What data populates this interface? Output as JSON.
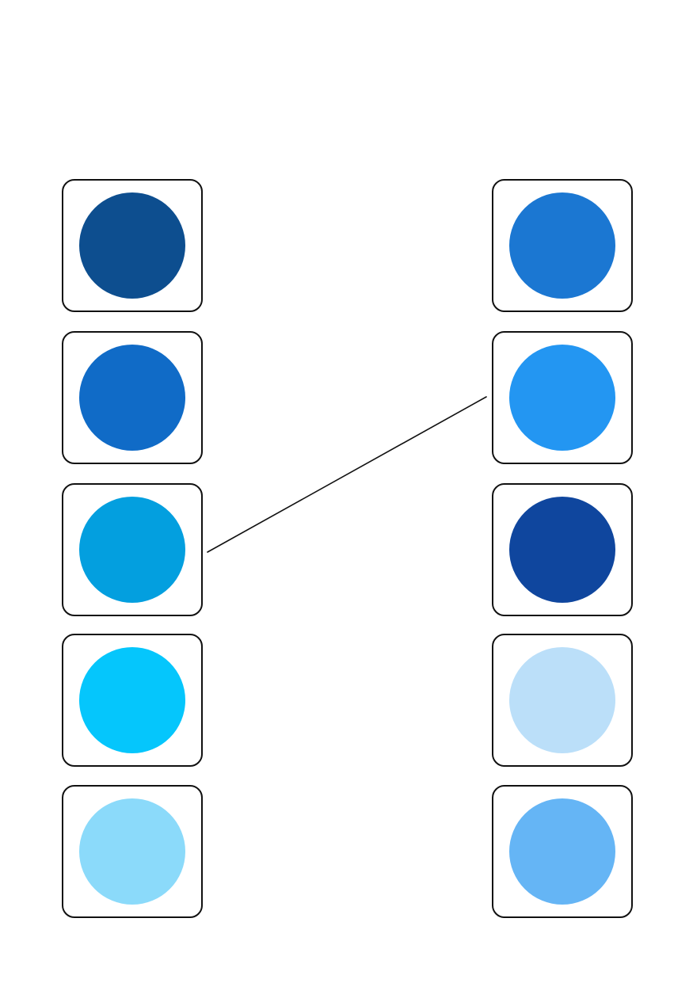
{
  "left_column": {
    "items": [
      {
        "icon": "circle-swatch",
        "color": "#0d4e8f"
      },
      {
        "icon": "circle-swatch",
        "color": "#106bc7"
      },
      {
        "icon": "circle-swatch",
        "color": "#039fdf"
      },
      {
        "icon": "circle-swatch",
        "color": "#05c6fc"
      },
      {
        "icon": "circle-swatch",
        "color": "#8bdafa"
      }
    ]
  },
  "right_column": {
    "items": [
      {
        "icon": "circle-swatch",
        "color": "#1b77d2"
      },
      {
        "icon": "circle-swatch",
        "color": "#2396f2"
      },
      {
        "icon": "circle-swatch",
        "color": "#0f469e"
      },
      {
        "icon": "circle-swatch",
        "color": "#bbdff9"
      },
      {
        "icon": "circle-swatch",
        "color": "#65b5f5"
      }
    ]
  },
  "connections": [
    {
      "from": "left",
      "from_index": 2,
      "to": "right",
      "to_index": 1,
      "color": "#111111"
    }
  ]
}
